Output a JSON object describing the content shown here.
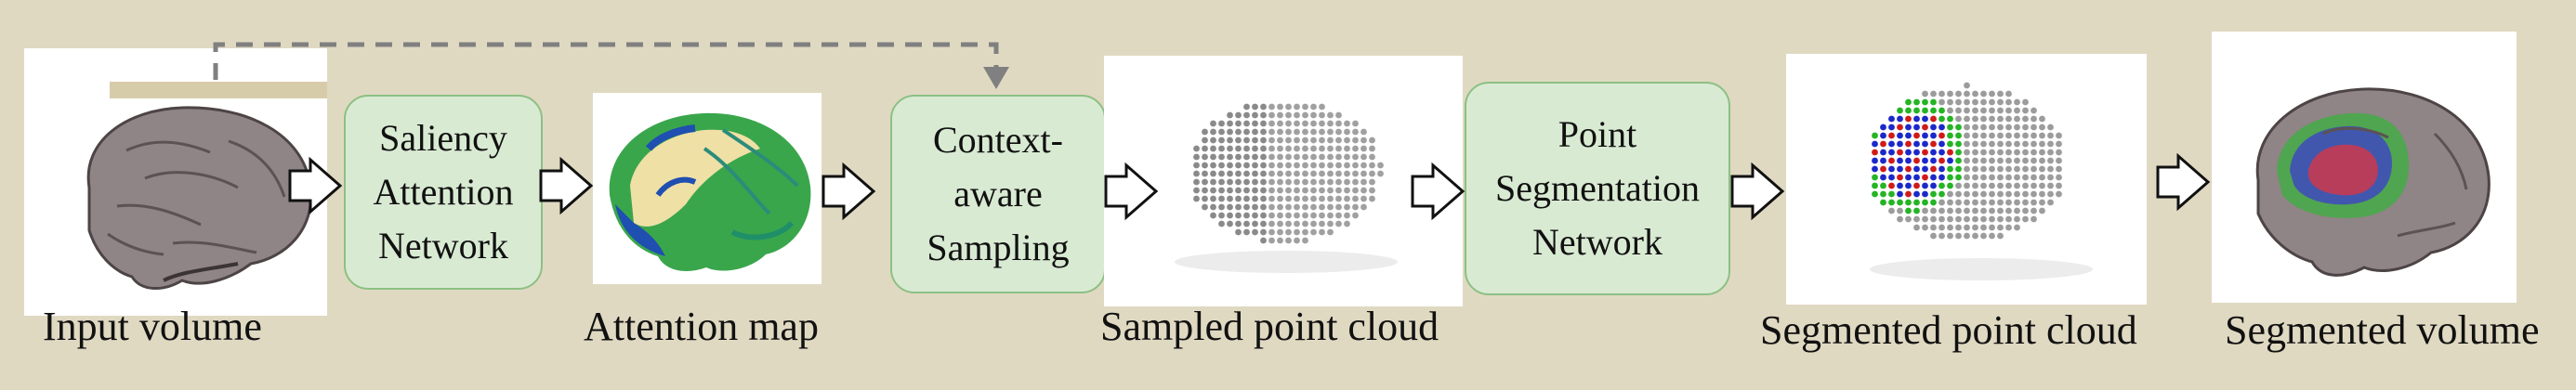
{
  "stages": {
    "input": {
      "caption": "Input volume"
    },
    "attention": {
      "caption": "Attention map"
    },
    "sampled": {
      "caption": "Sampled point cloud"
    },
    "segmented_pc": {
      "caption": "Segmented point cloud"
    },
    "segmented_vol": {
      "caption": "Segmented volume"
    }
  },
  "modules": {
    "saliency": {
      "label": "Saliency\nAttention\nNetwork"
    },
    "sampling": {
      "label": "Context-\naware\nSampling"
    },
    "segmentation": {
      "label": "Point\nSegmentation\nNetwork"
    }
  },
  "colors": {
    "background": "#e0d9c2",
    "module_fill": "#d9ead3",
    "module_border": "#8cc083",
    "skip_connection": "#808080",
    "brain": "#8f8486",
    "attention_green": "#3aa64c",
    "attention_blue": "#1f4fb0",
    "attention_cream": "#efe0a6",
    "seg_red": "#d11a1a",
    "seg_blue": "#1b28c9",
    "seg_green": "#24b424"
  }
}
